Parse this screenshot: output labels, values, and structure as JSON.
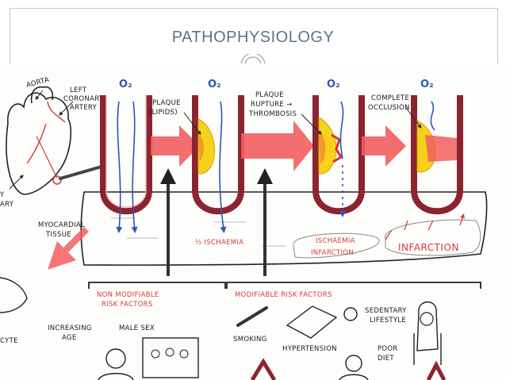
{
  "slide": {
    "title": "PATHOPHYSIOLOGY"
  },
  "heart": {
    "aorta": "AORTA",
    "left_coronary_1": "LEFT",
    "left_coronary_2": "CORONARY",
    "left_coronary_3": "ARTERY",
    "cut_1": "Y",
    "cut_2": "ARY"
  },
  "tissue": {
    "label_1": "MYOCARDIAL",
    "label_2": "TISSUE"
  },
  "stages": [
    {
      "o2": "O₂"
    },
    {
      "o2": "O₂",
      "label_1": "PLAQUE",
      "label_2": "(LIPIDS)",
      "effect": "½ ISCHAEMIA"
    },
    {
      "o2": "O₂",
      "label_1": "PLAQUE",
      "label_2": "RUPTURE →",
      "label_3": "THROMBOSIS",
      "effect_1": "ISCHAEMIA",
      "effect_2": "INFARCTION"
    },
    {
      "o2": "O₂",
      "label_1": "COMPLETE",
      "label_2": "OCCLUSION",
      "effect": "INFARCTION"
    }
  ],
  "risk": {
    "non_modifiable": {
      "label_1": "NON MODIFIABLE",
      "label_2": "RISK FACTORS",
      "items": [
        "INCREASING",
        "AGE",
        "MALE SEX"
      ]
    },
    "modifiable": {
      "label": "MODIFIABLE RISK FACTORS",
      "items": [
        "SMOKING",
        "HYPERTENSION",
        "POOR",
        "DIET",
        "SEDENTARY",
        "LIFESTYLE"
      ]
    }
  },
  "cut_label": "CYTE",
  "colors": {
    "artery": "#8c2430",
    "arrow": "#f25e5e",
    "plaque": "#f7d21d",
    "o2": "#2d57b5",
    "title": "#5a7686"
  }
}
